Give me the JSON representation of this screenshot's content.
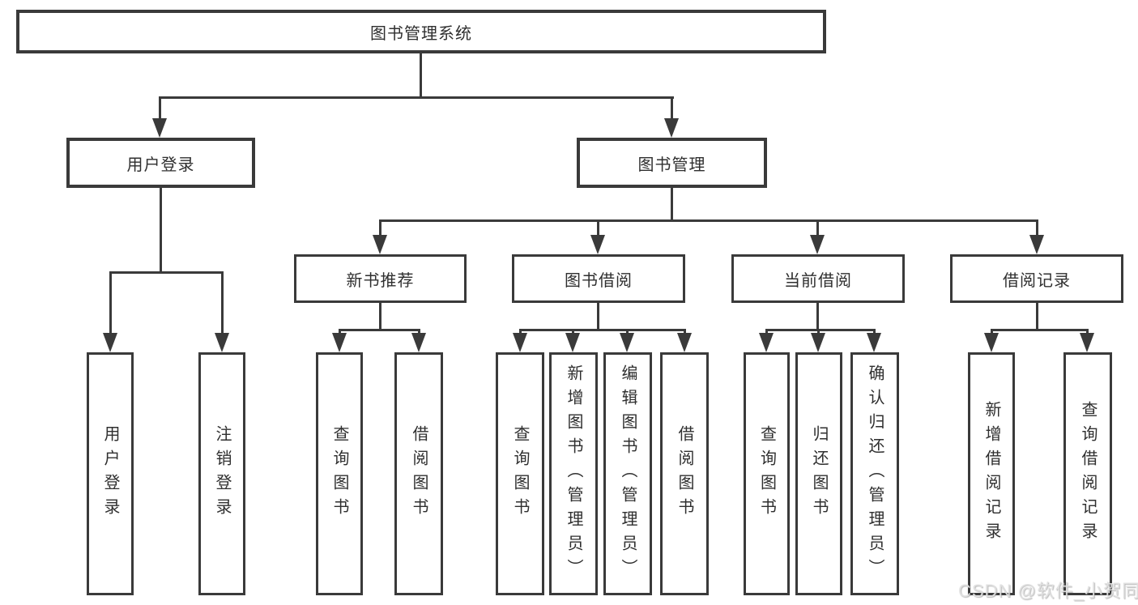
{
  "tree": {
    "root": "图书管理系统",
    "level2": [
      {
        "label": "用户登录",
        "children": [
          "用户登录",
          "注销登录"
        ]
      },
      {
        "label": "图书管理"
      }
    ],
    "level3": [
      {
        "label": "新书推荐",
        "children": [
          "查询图书",
          "借阅图书"
        ]
      },
      {
        "label": "图书借阅",
        "children": [
          "查询图书",
          "新增图书（管理员）",
          "编辑图书（管理员）",
          "借阅图书"
        ]
      },
      {
        "label": "当前借阅",
        "children": [
          "查询图书",
          "归还图书",
          "确认归还（管理员）"
        ]
      },
      {
        "label": "借阅记录",
        "children": [
          "新增借阅记录",
          "查询借阅记录"
        ]
      }
    ]
  },
  "watermark": "CSDN @软件_小贺同学",
  "colors": {
    "line": "#3a3a3a",
    "text": "#2f2f2f",
    "background": "#ffffff",
    "watermark": "#e0e0e0"
  }
}
